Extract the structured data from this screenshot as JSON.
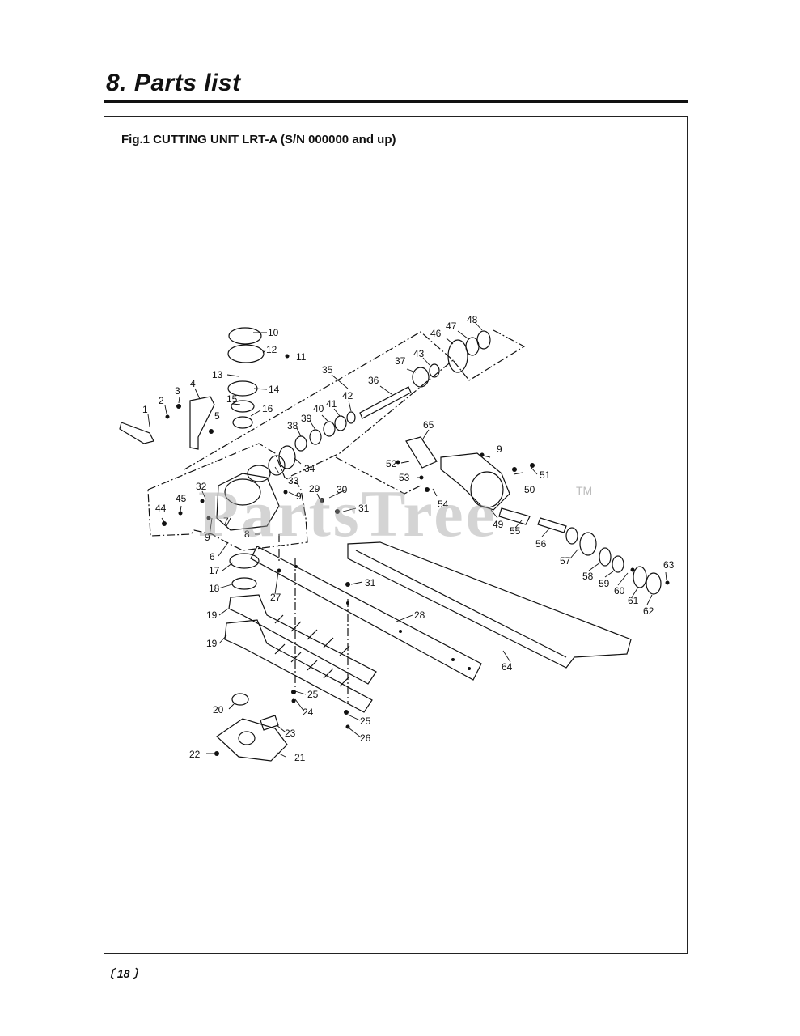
{
  "section_title": "8. Parts list",
  "figure_caption": "Fig.1 CUTTING UNIT  LRT-A (S/N 000000 and up)",
  "watermark": "PartsTree",
  "watermark_tm": "TM",
  "page_number": "〔 18 〕",
  "callouts": [
    "1",
    "2",
    "3",
    "4",
    "5",
    "6",
    "7",
    "8",
    "9",
    "10",
    "11",
    "12",
    "13",
    "14",
    "15",
    "16",
    "17",
    "18",
    "19",
    "20",
    "21",
    "22",
    "23",
    "24",
    "25",
    "26",
    "27",
    "28",
    "29",
    "30",
    "31",
    "32",
    "33",
    "34",
    "35",
    "36",
    "37",
    "38",
    "39",
    "40",
    "41",
    "42",
    "43",
    "44",
    "45",
    "46",
    "47",
    "48",
    "49",
    "50",
    "51",
    "52",
    "53",
    "54",
    "55",
    "56",
    "57",
    "58",
    "59",
    "60",
    "61",
    "62",
    "63",
    "64",
    "65"
  ]
}
